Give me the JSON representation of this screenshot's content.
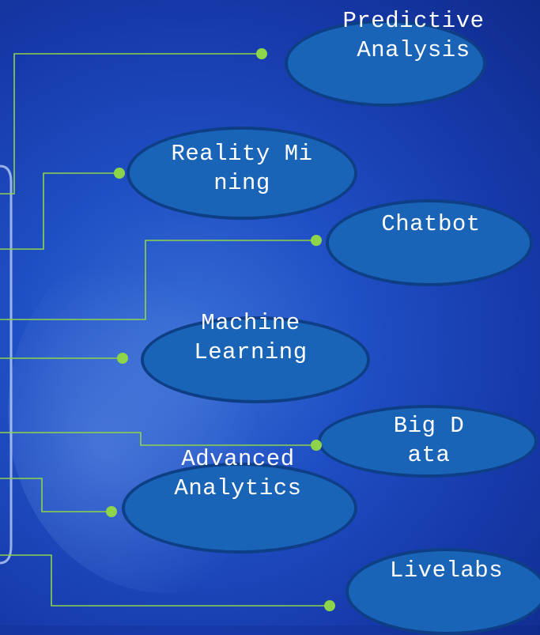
{
  "colors": {
    "connector": "#8ed44a",
    "node_fill": "#1a64b8",
    "node_border": "#0e3f86",
    "text": "#ffffff"
  },
  "nodes": [
    {
      "id": "predictive-analysis",
      "label": "Predictive Analysis"
    },
    {
      "id": "reality-mining",
      "label": "Reality Mining"
    },
    {
      "id": "chatbot",
      "label": "Chatbot"
    },
    {
      "id": "machine-learning",
      "label": "Machine Learning"
    },
    {
      "id": "big-data",
      "label": "Big Data"
    },
    {
      "id": "advanced-analytics",
      "label": "Advanced Analytics"
    },
    {
      "id": "livelabs",
      "label": "Livelabs"
    }
  ]
}
